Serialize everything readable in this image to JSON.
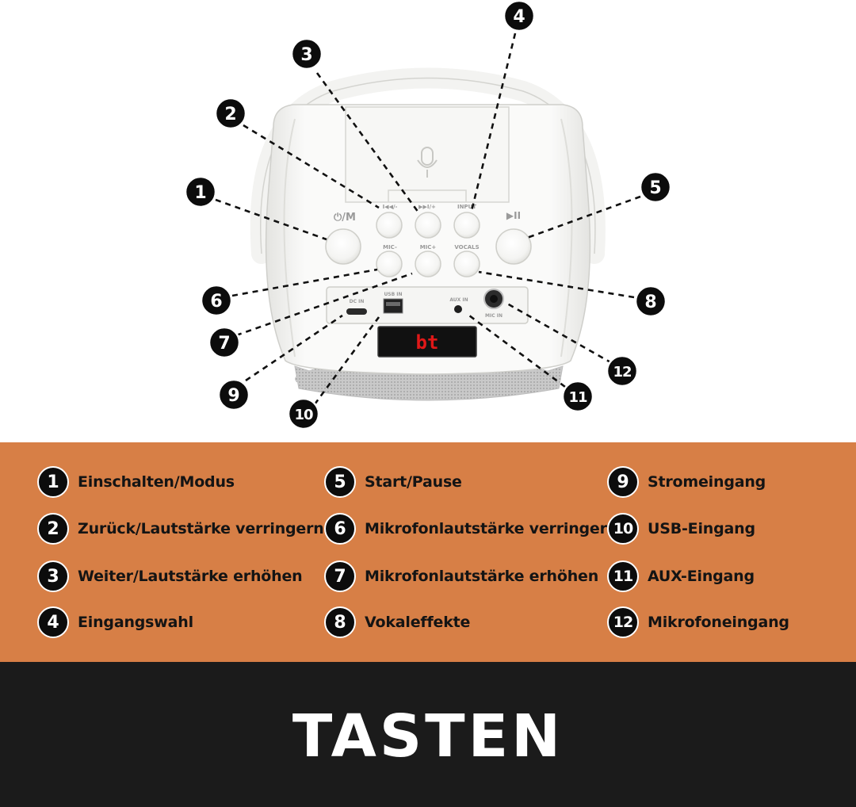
{
  "title": "TASTEN",
  "device_labels": {
    "power_mode": "⏻/M",
    "play_pause": "▶II",
    "prev": "I◀◀/-",
    "next": "▶▶I/+",
    "input": "INPUT",
    "mic_minus": "MIC-",
    "mic_plus": "MIC+",
    "vocals": "VOCALS",
    "dc_in": "DC IN",
    "usb_in": "USB IN",
    "aux_in": "AUX IN",
    "mic_in": "MIC IN",
    "display": "bt"
  },
  "callouts": [
    "1",
    "2",
    "3",
    "4",
    "5",
    "6",
    "7",
    "8",
    "9",
    "10",
    "11",
    "12"
  ],
  "legend": [
    {
      "number": "1",
      "label": "Einschalten/Modus"
    },
    {
      "number": "2",
      "label": "Zurück/Lautstärke verringern"
    },
    {
      "number": "3",
      "label": "Weiter/Lautstärke erhöhen"
    },
    {
      "number": "4",
      "label": "Eingangswahl"
    },
    {
      "number": "5",
      "label": "Start/Pause"
    },
    {
      "number": "6",
      "label": "Mikrofonlautstärke verringern"
    },
    {
      "number": "7",
      "label": "Mikrofonlautstärke erhöhen"
    },
    {
      "number": "8",
      "label": "Vokaleffekte"
    },
    {
      "number": "9",
      "label": "Stromeingang"
    },
    {
      "number": "10",
      "label": "USB-Eingang"
    },
    {
      "number": "11",
      "label": "AUX-Eingang"
    },
    {
      "number": "12",
      "label": "Mikrofoneingang"
    }
  ],
  "colors": {
    "legend_background": "#d77f46",
    "title_background": "#1b1b1b",
    "badge": "#0c0c0c",
    "display_digits": "#e01818"
  }
}
